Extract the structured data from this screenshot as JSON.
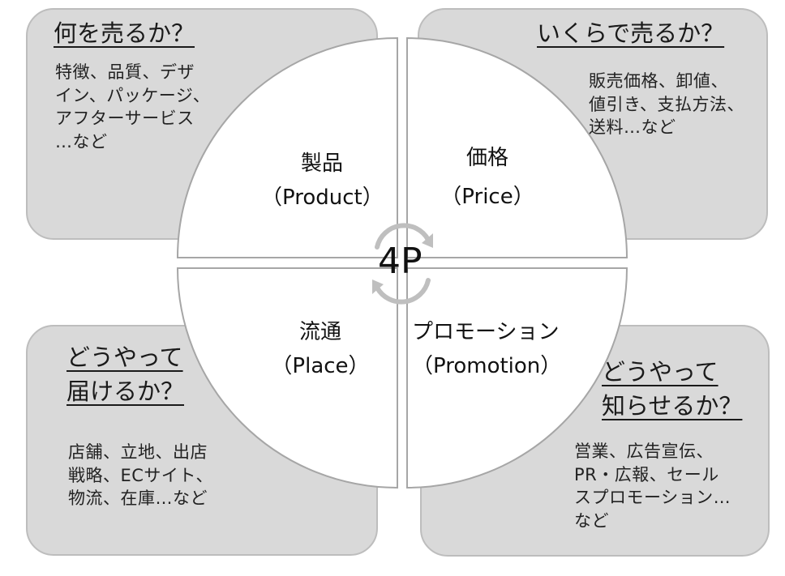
{
  "center_label": "4P",
  "corners": {
    "top_left": {
      "question": [
        "何を売るか？"
      ],
      "detail": [
        "特徴、品質、デザ",
        "イン、パッケージ、",
        "アフターサービス",
        "…など"
      ]
    },
    "top_right": {
      "question": [
        "いくらで売るか？"
      ],
      "detail": [
        "販売価格、卸値、",
        "値引き、支払方法、",
        "送料…など"
      ]
    },
    "bottom_left": {
      "question": [
        "どうやって",
        "届けるか？"
      ],
      "detail": [
        "店舗、立地、出店",
        "戦略、ECサイト、",
        "物流、在庫…など"
      ]
    },
    "bottom_right": {
      "question": [
        "どうやって",
        "知らせるか？"
      ],
      "detail": [
        "営業、広告宣伝、",
        "PR・広報、セール",
        "スプロモーション…",
        "など"
      ]
    }
  },
  "quadrants": {
    "product": {
      "jp": "製品",
      "en": "（Product）"
    },
    "price": {
      "jp": "価格",
      "en": "（Price）"
    },
    "place": {
      "jp": "流通",
      "en": "（Place）"
    },
    "promotion": {
      "jp": "プロモーション",
      "en": "（Promotion）"
    }
  },
  "colors": {
    "box_fill": "#d9d9d9",
    "box_border": "#bdbdbd",
    "circle_fill": "#ffffff",
    "circle_stroke": "#a6a6a6",
    "arrow": "#bfbfbf"
  }
}
